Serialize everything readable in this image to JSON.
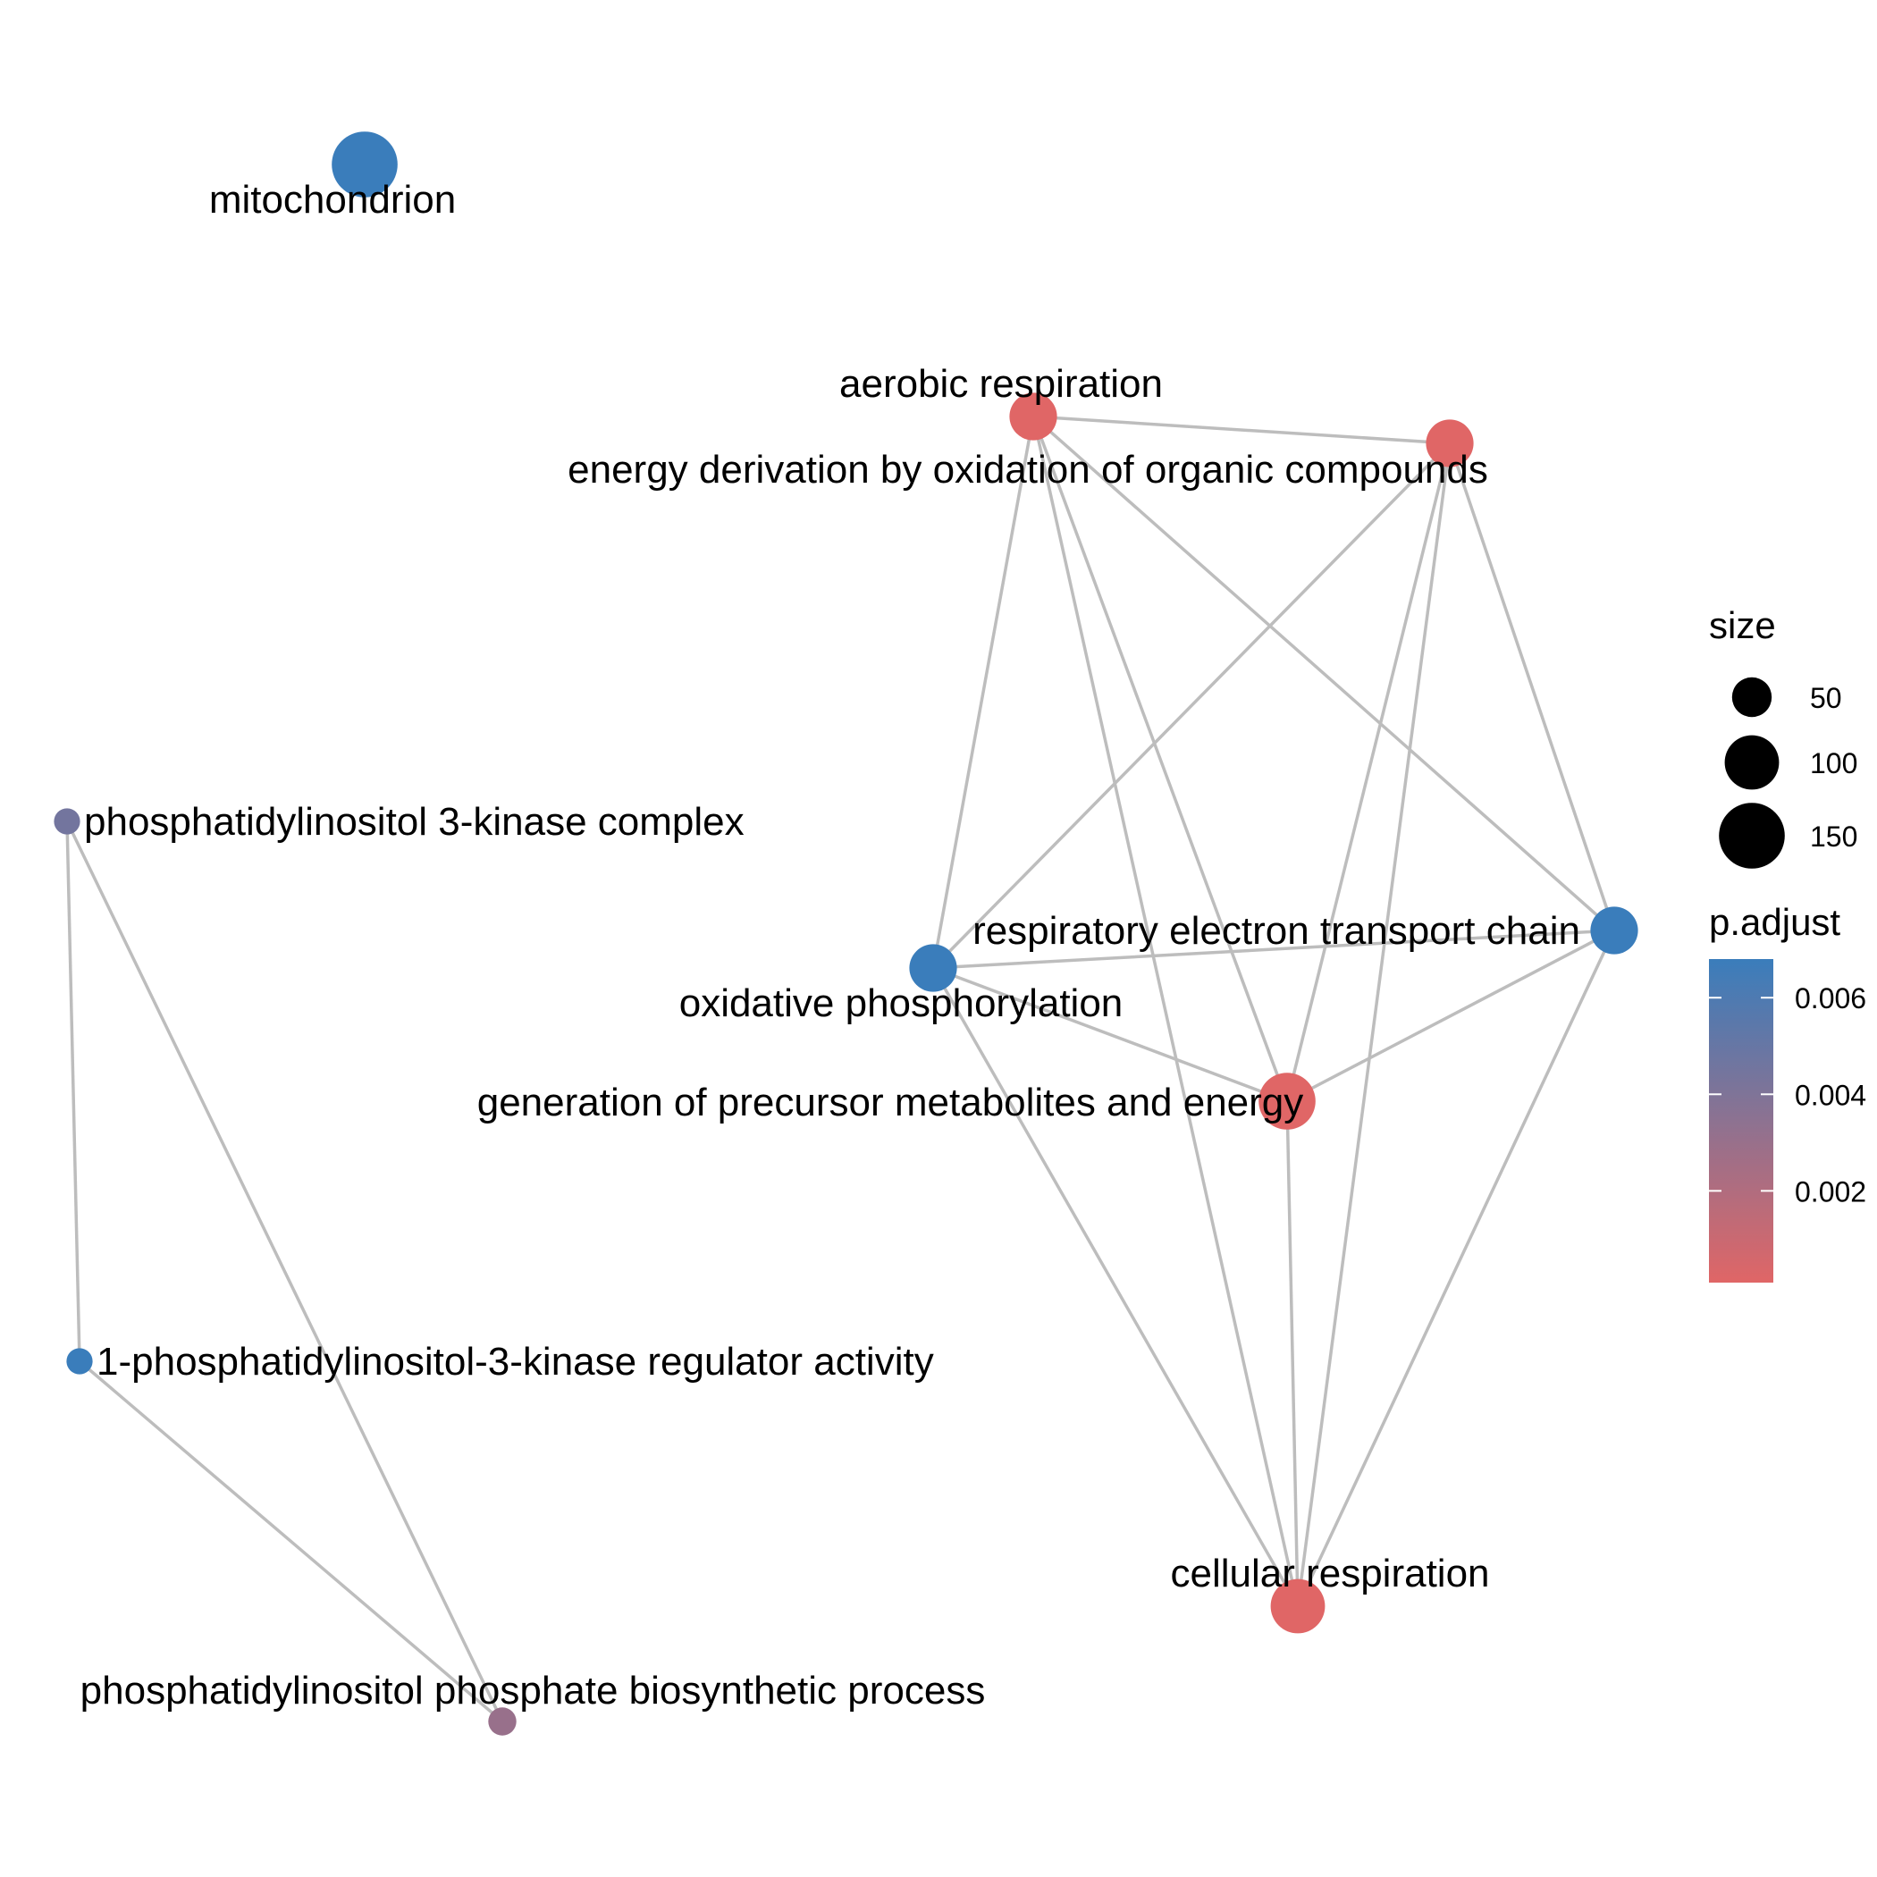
{
  "nodes": [
    {
      "id": "mitochondrion",
      "label": "mitochondrion",
      "size": 150,
      "p_adjust": 0.0068
    },
    {
      "id": "aerobic_respiration",
      "label": "aerobic respiration",
      "size": 75,
      "p_adjust": 0.0001
    },
    {
      "id": "energy_derivation",
      "label": "energy derivation by oxidation of organic compounds",
      "size": 75,
      "p_adjust": 0.0001
    },
    {
      "id": "pi3k_complex",
      "label": "phosphatidylinositol 3-kinase complex",
      "size": 18,
      "p_adjust": 0.0045
    },
    {
      "id": "respiratory_etc",
      "label": "respiratory electron transport chain",
      "size": 75,
      "p_adjust": 0.0068
    },
    {
      "id": "oxphos",
      "label": "oxidative phosphorylation",
      "size": 75,
      "p_adjust": 0.0068
    },
    {
      "id": "generation_precursor",
      "label": "generation of precursor metabolites and energy",
      "size": 110,
      "p_adjust": 0.0001
    },
    {
      "id": "pi3k_regulator",
      "label": "1-phosphatidylinositol-3-kinase regulator activity",
      "size": 18,
      "p_adjust": 0.0068
    },
    {
      "id": "cellular_respiration",
      "label": "cellular respiration",
      "size": 100,
      "p_adjust": 0.0001
    },
    {
      "id": "pip_biosynthetic",
      "label": "phosphatidylinositol phosphate biosynthetic process",
      "size": 22,
      "p_adjust": 0.003
    }
  ],
  "edges": [
    [
      "aerobic_respiration",
      "energy_derivation"
    ],
    [
      "aerobic_respiration",
      "oxphos"
    ],
    [
      "aerobic_respiration",
      "respiratory_etc"
    ],
    [
      "aerobic_respiration",
      "generation_precursor"
    ],
    [
      "aerobic_respiration",
      "cellular_respiration"
    ],
    [
      "energy_derivation",
      "oxphos"
    ],
    [
      "energy_derivation",
      "respiratory_etc"
    ],
    [
      "energy_derivation",
      "generation_precursor"
    ],
    [
      "energy_derivation",
      "cellular_respiration"
    ],
    [
      "oxphos",
      "respiratory_etc"
    ],
    [
      "oxphos",
      "generation_precursor"
    ],
    [
      "oxphos",
      "cellular_respiration"
    ],
    [
      "respiratory_etc",
      "generation_precursor"
    ],
    [
      "respiratory_etc",
      "cellular_respiration"
    ],
    [
      "generation_precursor",
      "cellular_respiration"
    ],
    [
      "pi3k_complex",
      "pi3k_regulator"
    ],
    [
      "pi3k_complex",
      "pip_biosynthetic"
    ],
    [
      "pi3k_regulator",
      "pip_biosynthetic"
    ]
  ],
  "legend": {
    "size_title": "size",
    "size_breaks": [
      {
        "value": 50,
        "label": "50"
      },
      {
        "value": 100,
        "label": "100"
      },
      {
        "value": 150,
        "label": "150"
      }
    ],
    "color_title": "p.adjust",
    "color_breaks": [
      {
        "value": 0.006,
        "label": "0.006"
      },
      {
        "value": 0.004,
        "label": "0.004"
      },
      {
        "value": 0.002,
        "label": "0.002"
      }
    ],
    "color_low": "#e06666",
    "color_high": "#3a7dbb"
  }
}
